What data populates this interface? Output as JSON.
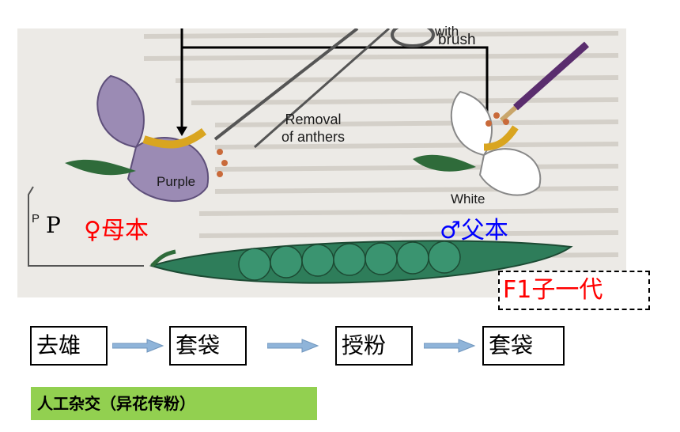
{
  "illustration": {
    "label_with": "with",
    "label_brush": "brush",
    "label_removal": "Removal\nof anthers",
    "label_purple": "Purple",
    "label_white": "White",
    "label_p": "P"
  },
  "generation": {
    "p_label": "P",
    "female_label": "♀母本",
    "male_label": "♂父本",
    "f1_label": "F1子一代"
  },
  "steps": [
    "去雄",
    "套袋",
    "授粉",
    "套袋"
  ],
  "banner": "人工杂交（异花传粉）",
  "colors": {
    "female": "#ff0000",
    "male": "#0000ff",
    "banner_bg": "#92d050",
    "arrow": "#8fb4d9",
    "purple_petal": "#9b8bb4",
    "pod": "#2e7d5a"
  }
}
